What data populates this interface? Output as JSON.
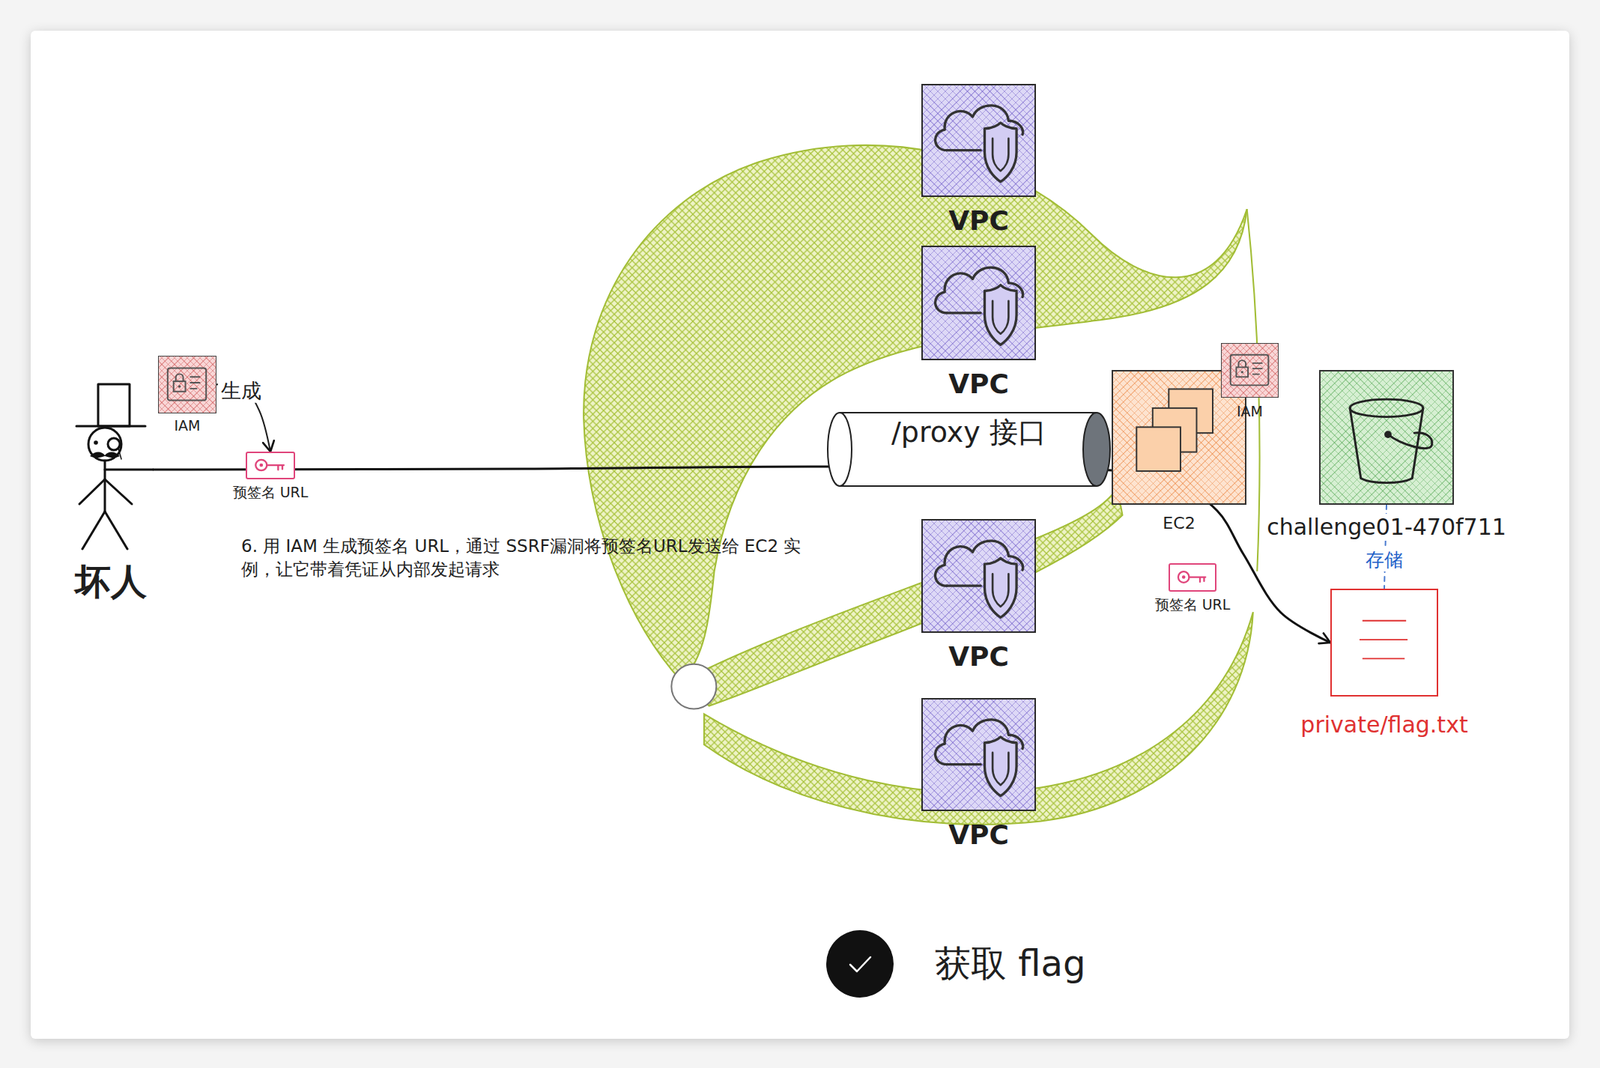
{
  "diagram": {
    "nodes": [
      {
        "text": [
          "坏人"
        ]
      },
      {
        "text": [
          "IAM"
        ]
      },
      {
        "text": [
          "预签名 URL"
        ]
      },
      {
        "text": [
          "VPC"
        ]
      },
      {
        "text": [
          "VPC"
        ]
      },
      {
        "text": [
          "/proxy 接口"
        ]
      },
      {
        "text": [
          "VPC"
        ]
      },
      {
        "text": [
          "VPC"
        ]
      },
      {
        "text": [
          "EC2"
        ]
      },
      {
        "text": [
          "IAM"
        ]
      },
      {
        "text": [
          "challenge01-470f711"
        ]
      },
      {
        "text": [
          "预签名 URL"
        ]
      },
      {
        "text": [
          "private/flag.txt"
        ]
      },
      {
        "text": [
          "获取 flag"
        ]
      }
    ],
    "edges": [
      {
        "from": 1,
        "to": 2,
        "label": "生成",
        "arrow": "to"
      },
      {
        "from": 0,
        "to": 12,
        "arrow": "to"
      },
      {
        "from": 10,
        "to": 12,
        "label": "存储",
        "arrow": "none"
      }
    ],
    "labels": [
      "6. 用 IAM 生成预签名 URL，通过 SSRF漏洞将预签名URL发送给 EC2 实例，让它带着凭证从内部发起请求"
    ]
  }
}
